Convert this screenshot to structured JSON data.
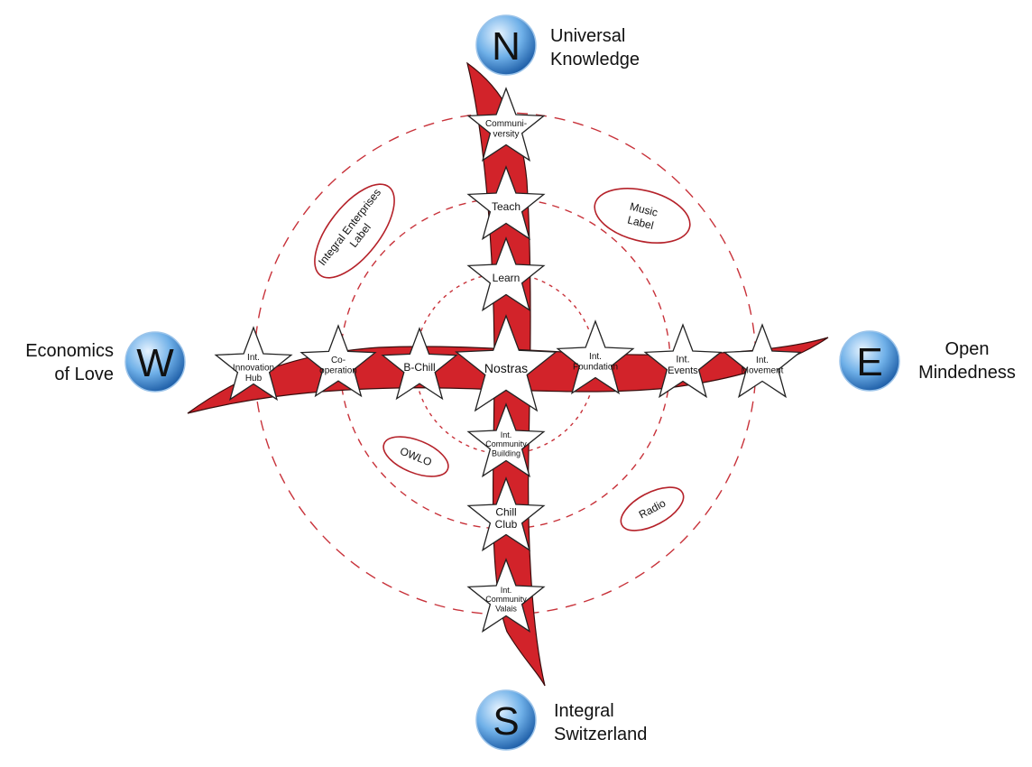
{
  "colors": {
    "band": "#d2232a",
    "band_stroke": "#3a0d0d",
    "ring": "#c8323a",
    "ellipse": "#b5222a",
    "globe_light": "#e6f3ff",
    "globe_mid": "#6fb0e8",
    "globe_dark": "#1f5fa8"
  },
  "compass": {
    "north": {
      "letter": "N",
      "label_line1": "Universal",
      "label_line2": "Knowledge"
    },
    "east": {
      "letter": "E",
      "label_line1": "Open",
      "label_line2": "Mindedness"
    },
    "south": {
      "letter": "S",
      "label_line1": "Integral",
      "label_line2": "Switzerland"
    },
    "west": {
      "letter": "W",
      "label_line1": "Economics",
      "label_line2": "of Love"
    }
  },
  "stars": {
    "communiversity": [
      "Communi-",
      "versity"
    ],
    "teach": [
      "Teach"
    ],
    "learn": [
      "Learn"
    ],
    "nostras": [
      "Nostras"
    ],
    "innovation_hub": [
      "Int.",
      "Innovation",
      "Hub"
    ],
    "cooperation": [
      "Co-",
      "operation"
    ],
    "b_chill": [
      "B-Chill"
    ],
    "foundation": [
      "Int.",
      "Foundation"
    ],
    "events": [
      "Int.",
      "Events"
    ],
    "movement": [
      "Int.",
      "Movement"
    ],
    "community_building": [
      "Int.",
      "Community",
      "Building"
    ],
    "chill_club": [
      "Chill",
      "Club"
    ],
    "community_valais": [
      "Int.",
      "Community",
      "Valais"
    ]
  },
  "ellipses": {
    "integral_enterprises": [
      "Integral Enterprises",
      "Label"
    ],
    "music": [
      "Music",
      "Label"
    ],
    "owlo": [
      "OWLO"
    ],
    "radio": [
      "Radio"
    ]
  }
}
